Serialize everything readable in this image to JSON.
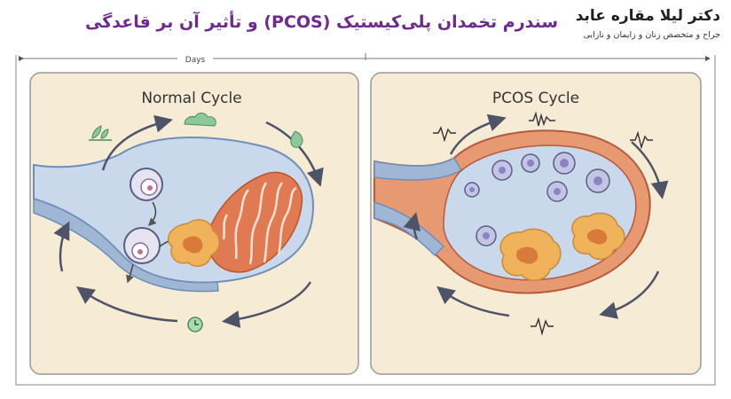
{
  "header": {
    "brand_name": "دکتر لیلا مقاره عابد",
    "brand_subtitle": "جراح و متخصص زنان و زایمان و نازایی",
    "title": "سندرم تخمدان پلی‌کیستیک (PCOS) و تأثیر آن بر قاعدگی"
  },
  "timeline": {
    "label": "Days"
  },
  "panels": [
    {
      "id": "normal",
      "title": "Normal Cycle"
    },
    {
      "id": "pcos",
      "title": "PCOS Cycle"
    }
  ],
  "colors": {
    "title": "#6e2a8c",
    "panel_bg": "#f6ecd5",
    "arrow": "#4f5368",
    "ovary_fill": "#c9d8ea",
    "endometrium": "#e07a52",
    "follicle": "#f0b35b",
    "pcos_wall": "#e79a72",
    "cyst": "#c4c4e6",
    "leaf_green": "#8cc99a"
  },
  "icons": {
    "normal": [
      "leaf-icon",
      "cloud-icon",
      "drop-icon",
      "clock-icon"
    ],
    "pcos": [
      "wave-icon",
      "wave-icon",
      "wave-icon",
      "wave-icon"
    ]
  }
}
